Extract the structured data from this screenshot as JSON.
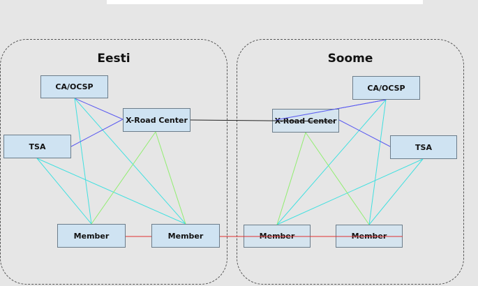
{
  "regions": {
    "left": {
      "title": "Eesti"
    },
    "right": {
      "title": "Soome"
    }
  },
  "nodes": {
    "eesti_ca": "CA/OCSP",
    "eesti_center": "X-Road Center",
    "eesti_tsa": "TSA",
    "eesti_member1": "Member",
    "eesti_member2": "Member",
    "soome_ca": "CA/OCSP",
    "soome_center": "X-Road Center",
    "soome_tsa": "TSA",
    "soome_member1": "Member",
    "soome_member2": "Member"
  },
  "link_colors": {
    "trust": "#5a5af0",
    "timestamp": "#40e0e0",
    "center": "#90ee70",
    "federation": "#222222",
    "member": "#e03030"
  }
}
